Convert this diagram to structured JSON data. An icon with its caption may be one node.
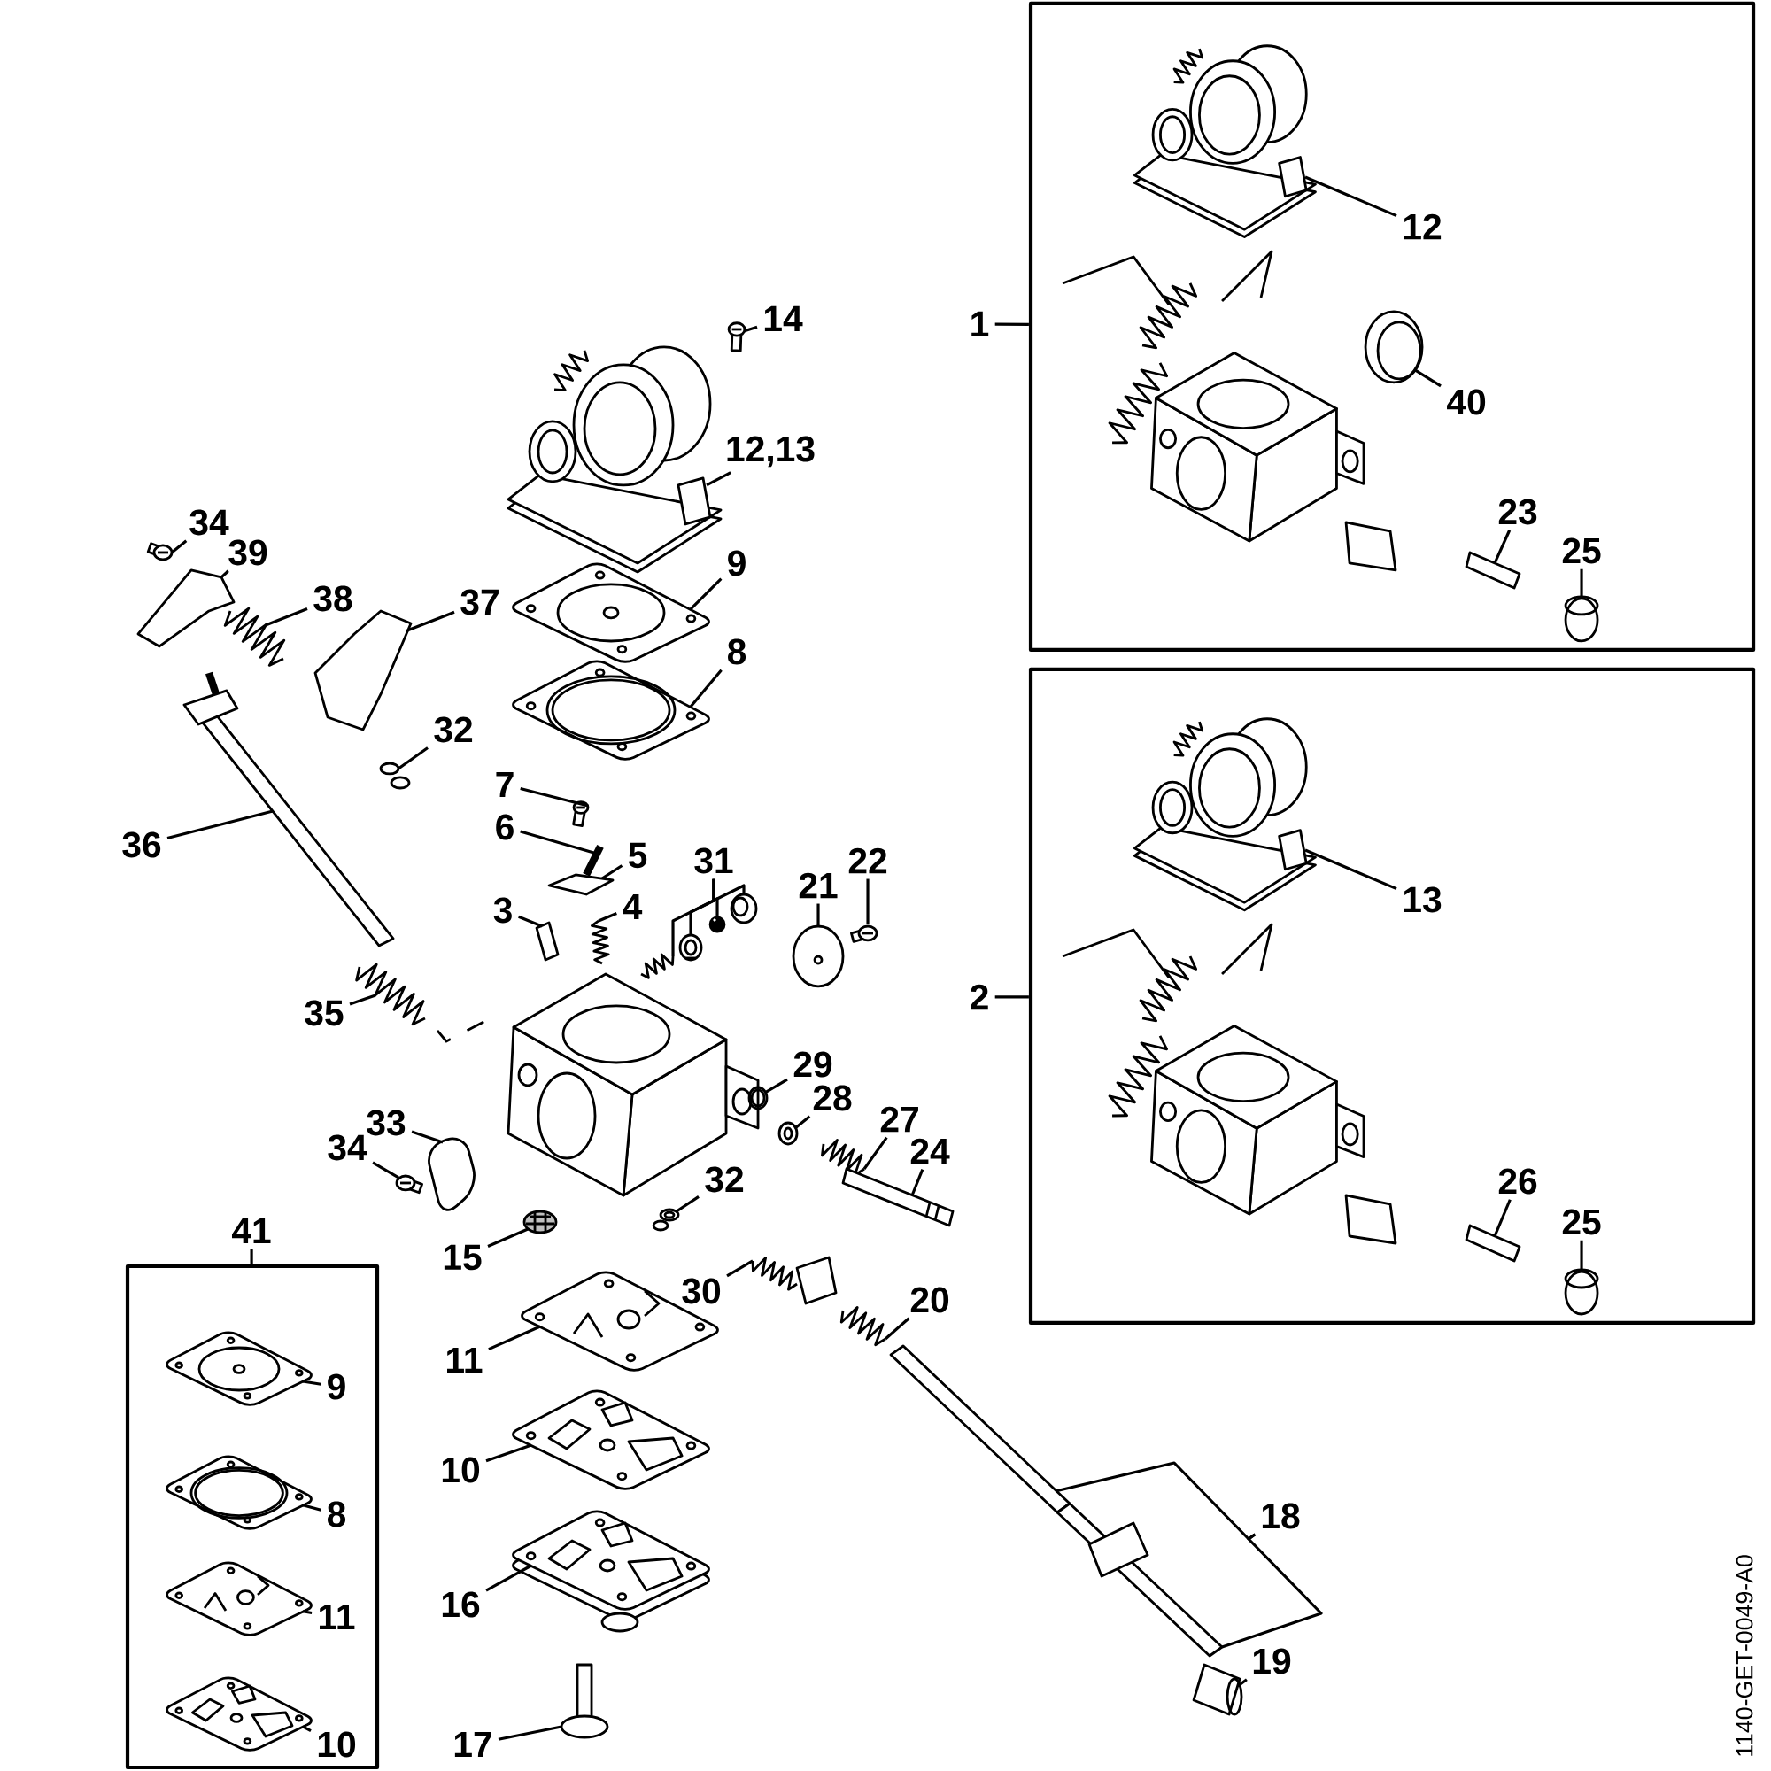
{
  "diagram": {
    "nodes": [
      {
        "text": [],
        "shape": "box"
      },
      {
        "text": [
          "12"
        ],
        "in": 0
      },
      {
        "text": [
          "1"
        ]
      },
      {
        "text": [
          "14"
        ]
      },
      {
        "text": [
          "40"
        ],
        "in": 0
      },
      {
        "text": [
          "12,13"
        ]
      },
      {
        "text": [
          "23"
        ],
        "in": 0
      },
      {
        "text": [
          "34"
        ]
      },
      {
        "text": [
          "25"
        ],
        "in": 0
      },
      {
        "text": [
          "39"
        ]
      },
      {
        "text": [
          "9"
        ]
      },
      {
        "text": [
          "38"
        ]
      },
      {
        "text": [
          "37"
        ]
      },
      {
        "text": [
          "8"
        ]
      },
      {
        "text": [],
        "shape": "box"
      },
      {
        "text": [
          "32"
        ]
      },
      {
        "text": [
          "7"
        ]
      },
      {
        "text": [
          "6"
        ]
      },
      {
        "text": [
          "5"
        ]
      },
      {
        "text": [
          "36"
        ]
      },
      {
        "text": [
          "31"
        ]
      },
      {
        "text": [
          "13"
        ],
        "in": 14
      },
      {
        "text": [
          "21"
        ]
      },
      {
        "text": [
          "22"
        ]
      },
      {
        "text": [
          "3"
        ]
      },
      {
        "text": [
          "4"
        ]
      },
      {
        "text": [
          "2"
        ]
      },
      {
        "text": [
          "35"
        ]
      },
      {
        "text": [
          "29"
        ]
      },
      {
        "text": [
          "28"
        ]
      },
      {
        "text": [
          "27"
        ]
      },
      {
        "text": [
          "33"
        ]
      },
      {
        "text": [
          "34"
        ]
      },
      {
        "text": [
          "24"
        ]
      },
      {
        "text": [
          "32"
        ]
      },
      {
        "text": [
          "26"
        ],
        "in": 14
      },
      {
        "text": [
          "25"
        ],
        "in": 14
      },
      {
        "text": [
          "41"
        ]
      },
      {
        "text": [],
        "shape": "box"
      },
      {
        "text": [
          "15"
        ]
      },
      {
        "text": [
          "30"
        ]
      },
      {
        "text": [
          "20"
        ]
      },
      {
        "text": [
          "11"
        ]
      },
      {
        "text": [
          "9"
        ],
        "in": 38
      },
      {
        "text": [
          "10"
        ]
      },
      {
        "text": [
          "18"
        ]
      },
      {
        "text": [
          "8"
        ],
        "in": 38
      },
      {
        "text": [
          "16"
        ]
      },
      {
        "text": [
          "11"
        ],
        "in": 38
      },
      {
        "text": [
          "19"
        ]
      },
      {
        "text": [
          "17"
        ]
      },
      {
        "text": [
          "10"
        ],
        "in": 38
      },
      {
        "text": [],
        "shape": "picture",
        "in": 0
      },
      {
        "text": [],
        "shape": "picture"
      },
      {
        "text": [],
        "shape": "picture",
        "in": 0
      },
      {
        "text": [],
        "shape": "picture"
      },
      {
        "text": [],
        "shape": "picture",
        "in": 0
      },
      {
        "text": [],
        "shape": "picture"
      },
      {
        "text": [],
        "shape": "picture",
        "in": 0
      },
      {
        "text": [],
        "shape": "picture"
      },
      {
        "text": [],
        "shape": "picture"
      },
      {
        "text": [],
        "shape": "picture"
      },
      {
        "text": [],
        "shape": "picture"
      },
      {
        "text": [],
        "shape": "picture"
      },
      {
        "text": [],
        "shape": "picture"
      },
      {
        "text": [],
        "shape": "picture"
      },
      {
        "text": [],
        "shape": "picture"
      },
      {
        "text": [],
        "shape": "picture"
      },
      {
        "text": [],
        "shape": "picture"
      },
      {
        "text": [],
        "shape": "picture"
      },
      {
        "text": [],
        "shape": "picture"
      },
      {
        "text": [],
        "shape": "picture"
      },
      {
        "text": [],
        "shape": "picture"
      },
      {
        "text": [],
        "shape": "picture",
        "in": 14
      },
      {
        "text": [],
        "shape": "picture"
      },
      {
        "text": [],
        "shape": "picture"
      },
      {
        "text": [],
        "shape": "picture"
      },
      {
        "text": [],
        "shape": "picture"
      },
      {
        "text": [],
        "shape": "picture"
      },
      {
        "text": [],
        "shape": "picture"
      },
      {
        "text": [],
        "shape": "picture"
      },
      {
        "text": [],
        "shape": "picture"
      },
      {
        "text": [],
        "shape": "picture"
      },
      {
        "text": [],
        "shape": "picture"
      },
      {
        "text": [],
        "shape": "picture"
      },
      {
        "text": [],
        "shape": "picture"
      },
      {
        "text": [],
        "shape": "picture",
        "in": 14
      },
      {
        "text": [],
        "shape": "picture",
        "in": 14
      },
      {
        "text": [],
        "shape": "picture"
      },
      {
        "text": [],
        "shape": "picture"
      },
      {
        "text": [],
        "shape": "picture"
      },
      {
        "text": [],
        "shape": "picture"
      },
      {
        "text": [],
        "shape": "picture",
        "in": 38
      },
      {
        "text": [],
        "shape": "picture"
      },
      {
        "text": [],
        "shape": "picture"
      },
      {
        "text": [],
        "shape": "picture"
      },
      {
        "text": [],
        "shape": "picture",
        "in": 38
      },
      {
        "text": [],
        "shape": "picture"
      },
      {
        "text": [],
        "shape": "picture",
        "in": 38
      },
      {
        "text": [],
        "shape": "picture"
      },
      {
        "text": [],
        "shape": "picture"
      },
      {
        "text": [],
        "shape": "picture",
        "in": 38
      }
    ],
    "edges": [
      {
        "from": 2,
        "to": 0,
        "arrow": "none"
      },
      {
        "from": 26,
        "to": 14,
        "arrow": "none"
      },
      {
        "from": 37,
        "to": 38,
        "arrow": "none"
      },
      {
        "from": 1,
        "to": 52,
        "arrow": "none"
      },
      {
        "from": 3,
        "to": 53,
        "arrow": "none"
      },
      {
        "from": 4,
        "to": 54,
        "arrow": "none"
      },
      {
        "from": 5,
        "to": 55,
        "arrow": "none"
      },
      {
        "from": 6,
        "to": 56,
        "arrow": "none"
      },
      {
        "from": 7,
        "to": 57,
        "arrow": "none"
      },
      {
        "from": 8,
        "to": 58,
        "arrow": "none"
      },
      {
        "from": 9,
        "to": 59,
        "arrow": "none"
      },
      {
        "from": 10,
        "to": 60,
        "arrow": "none"
      },
      {
        "from": 11,
        "to": 61,
        "arrow": "none"
      },
      {
        "from": 12,
        "to": 62,
        "arrow": "none"
      },
      {
        "from": 13,
        "to": 63,
        "arrow": "none"
      },
      {
        "from": 15,
        "to": 64,
        "arrow": "none"
      },
      {
        "from": 16,
        "to": 65,
        "arrow": "none"
      },
      {
        "from": 17,
        "to": 66,
        "arrow": "none"
      },
      {
        "from": 18,
        "to": 67,
        "arrow": "none"
      },
      {
        "from": 19,
        "to": 68,
        "arrow": "none"
      },
      {
        "from": 20,
        "to": 69,
        "arrow": "none"
      },
      {
        "from": 20,
        "to": 70,
        "arrow": "none"
      },
      {
        "from": 20,
        "to": 71,
        "arrow": "none"
      },
      {
        "from": 20,
        "to": 72,
        "arrow": "none"
      },
      {
        "from": 21,
        "to": 73,
        "arrow": "none"
      },
      {
        "from": 22,
        "to": 74,
        "arrow": "none"
      },
      {
        "from": 23,
        "to": 75,
        "arrow": "none"
      },
      {
        "from": 24,
        "to": 76,
        "arrow": "none"
      },
      {
        "from": 25,
        "to": 77,
        "arrow": "none"
      },
      {
        "from": 27,
        "to": 78,
        "arrow": "none"
      },
      {
        "from": 28,
        "to": 79,
        "arrow": "none"
      },
      {
        "from": 29,
        "to": 80,
        "arrow": "none"
      },
      {
        "from": 30,
        "to": 81,
        "arrow": "none"
      },
      {
        "from": 31,
        "to": 82,
        "arrow": "none"
      },
      {
        "from": 32,
        "to": 83,
        "arrow": "none"
      },
      {
        "from": 33,
        "to": 84,
        "arrow": "none"
      },
      {
        "from": 34,
        "to": 85,
        "arrow": "none"
      },
      {
        "from": 35,
        "to": 86,
        "arrow": "none"
      },
      {
        "from": 36,
        "to": 87,
        "arrow": "none"
      },
      {
        "from": 39,
        "to": 88,
        "arrow": "none"
      },
      {
        "from": 40,
        "to": 89,
        "arrow": "none"
      },
      {
        "from": 41,
        "to": 90,
        "arrow": "none"
      },
      {
        "from": 42,
        "to": 91,
        "arrow": "none"
      },
      {
        "from": 43,
        "to": 92,
        "arrow": "none"
      },
      {
        "from": 44,
        "to": 93,
        "arrow": "none"
      },
      {
        "from": 45,
        "to": 94,
        "arrow": "none"
      },
      {
        "from": 45,
        "to": 95,
        "arrow": "none"
      },
      {
        "from": 46,
        "to": 96,
        "arrow": "none"
      },
      {
        "from": 47,
        "to": 97,
        "arrow": "none"
      },
      {
        "from": 48,
        "to": 98,
        "arrow": "none"
      },
      {
        "from": 49,
        "to": 99,
        "arrow": "none"
      },
      {
        "from": 50,
        "to": 100,
        "arrow": "none"
      },
      {
        "from": 51,
        "to": 101,
        "arrow": "none"
      }
    ],
    "labels": [
      "1140-GET-0049-A0"
    ]
  }
}
